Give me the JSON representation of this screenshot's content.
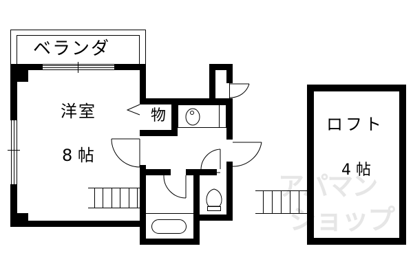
{
  "floorplan": {
    "veranda_label": "ベランダ",
    "rooms": [
      {
        "name": "洋室",
        "size": "8 帖"
      },
      {
        "name": "物"
      },
      {
        "name": "ロフト",
        "size": "4 帖"
      }
    ]
  },
  "watermark": {
    "line1": "アパマン",
    "line2": "ショップ"
  },
  "colors": {
    "wall": "#000000",
    "background": "#ffffff",
    "watermark": "#e6e6e6"
  }
}
